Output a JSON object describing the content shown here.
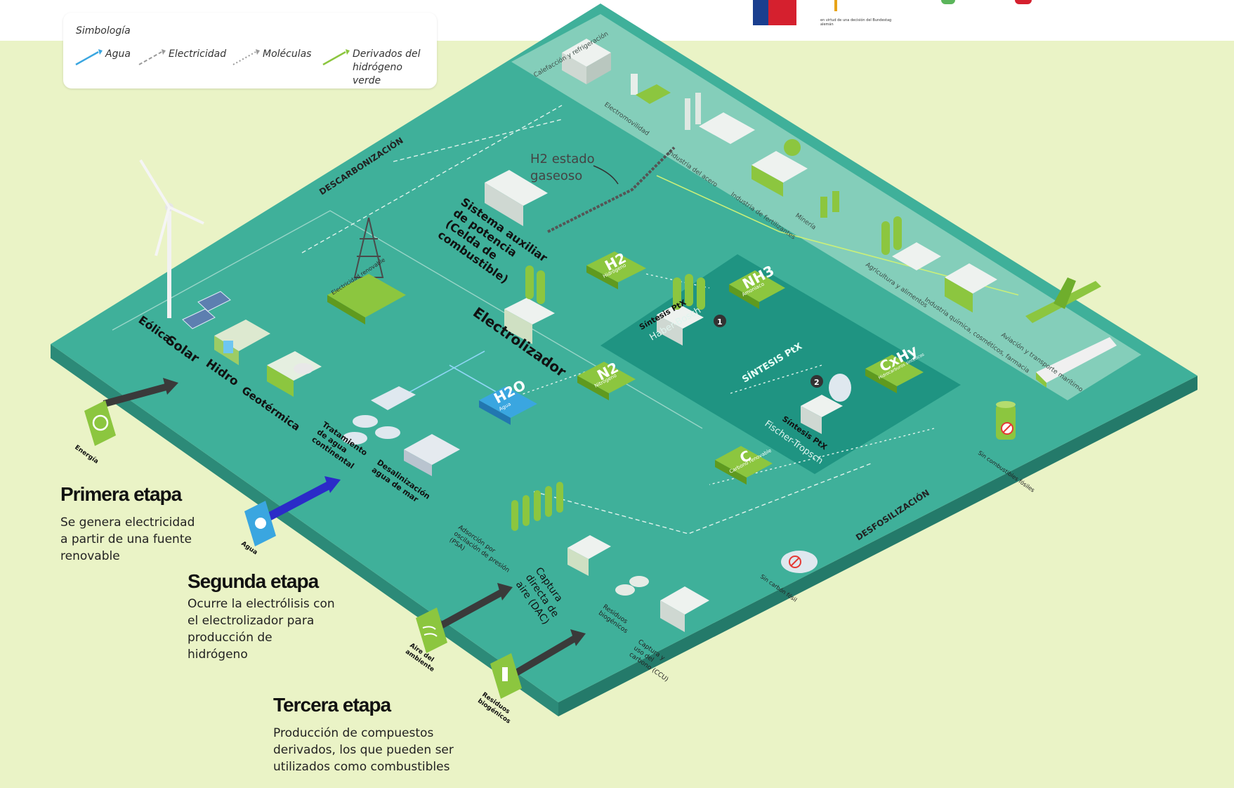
{
  "legend": {
    "title": "Simbología",
    "items": [
      {
        "label": "Agua",
        "color": "#3aa6e0",
        "line": "solid"
      },
      {
        "label": "Electricidad",
        "color": "#9a9a9a",
        "line": "dashed"
      },
      {
        "label": "Moléculas",
        "color": "#9a9a9a",
        "line": "dotted"
      },
      {
        "label": "Derivados del hidrógeno verde",
        "color": "#8cc63f",
        "line": "solid"
      }
    ]
  },
  "zones": {
    "descarbonizacion": "DESCARBONIZACIÓN",
    "desfosilizacion": "DESFOSILIZACIÓN",
    "sintesis": "SÍNTESIS PtX"
  },
  "sources": {
    "eolica": "Eólica",
    "solar": "Solar",
    "hidro": "Hidro",
    "geotermica": "Geotérmica",
    "electricidad_renovable": "Electricidad renovable",
    "tratamiento": "Tratamiento de agua continental",
    "desalinizacion": "Desalinización agua de mar"
  },
  "process": {
    "sistema_auxiliar": "Sistema auxiliar de potencia (Celda de combustible)",
    "h2_gaseoso": "H2 estado gaseoso",
    "electrolizador": "Electrolizador",
    "psa": "Adsorción por oscilación de presión (PSA)",
    "dac": "Captura directa de aire (DAC)",
    "residuos_biogenicos": "Residuos biogénicos",
    "ccu": "Captura y uso del carbono (CCU)",
    "sin_carbon_fosil": "Sin carbón fósil",
    "sin_combustibles_fosiles": "Sin combustibles fósiles",
    "sintesis_haber": "Síntesis PtX",
    "haber_bosch": "Haber-Bosch",
    "sintesis_fischer": "Síntesis PtX",
    "fischer_tropsch": "Fischer-Tropsch"
  },
  "molecules": {
    "h2": {
      "symbol": "H2",
      "name": "Hidrógeno"
    },
    "h2o": {
      "symbol": "H2O",
      "name": "Agua"
    },
    "n2": {
      "symbol": "N2",
      "name": "Nitrógeno"
    },
    "nh3": {
      "symbol": "NH3",
      "name": "Amoníaco"
    },
    "cxhy": {
      "symbol": "CxHy",
      "name": "Hidrocarburos sintéticos"
    },
    "c": {
      "symbol": "C",
      "name": "Carbono renovable"
    }
  },
  "numbers": {
    "one": "1",
    "two": "2"
  },
  "applications": [
    "Calefacción y refrigeración",
    "Electromovilidad",
    "Industria del acero",
    "Industria de fertilizantes",
    "Minería",
    "Agricultura y alimentos",
    "Industria química, cosméticos, farmacia",
    "Aviación y transporte marítimo"
  ],
  "inputs": {
    "energia": "Energía",
    "agua": "Agua",
    "aire": "Aire del ambiente",
    "residuos": "Residuos biogénicos"
  },
  "stages": [
    {
      "title": "Primera etapa",
      "text": "Se genera electricidad a partir de una fuente renovable"
    },
    {
      "title": "Segunda etapa",
      "text": "Ocurre la electrólisis con el electrolizador para producción de hidrógeno"
    },
    {
      "title": "Tercera etapa",
      "text": "Producción de compuestos derivados, los que pueden ser utilizados como combustibles"
    }
  ],
  "logo_text": "en virtud de una decisión del Bundestag alemán",
  "colors": {
    "background": "#eaf3c6",
    "platform_top": "#3fb09a",
    "platform_side": "#2c8a78",
    "band": "#90d4bf",
    "synthesis_zone": "#1f9482",
    "chip": "#8cc63f",
    "water_chip": "#3aa6e0",
    "arrow_dark": "#3a3a3a",
    "arrow_blue": "#2b2bc8"
  }
}
